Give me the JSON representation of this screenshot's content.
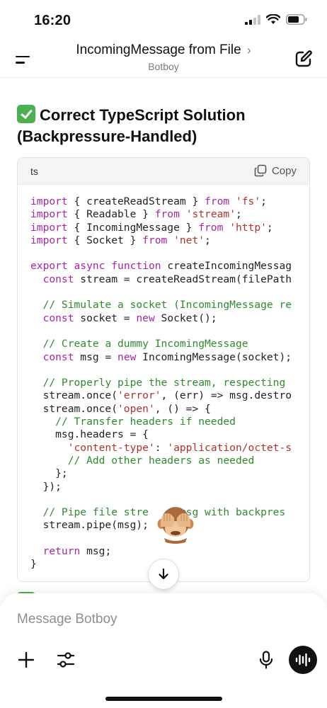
{
  "status_bar": {
    "time": "16:20",
    "icons": [
      "cellular-signal-icon",
      "wifi-icon",
      "battery-icon"
    ]
  },
  "header": {
    "title": "IncomingMessage from File",
    "title_chevron": "›",
    "subtitle": "Botboy",
    "menu_icon": "menu-icon",
    "new_chat_icon": "compose-icon"
  },
  "message": {
    "heading": "Correct TypeScript Solution (Backpressure-Handled)",
    "heading_emoji": "check-mark-emoji",
    "code_block": {
      "language": "ts",
      "copy_label": "Copy",
      "lines": [
        [
          {
            "t": "kw",
            "v": "import"
          },
          {
            "t": "p",
            "v": " { createReadStream } "
          },
          {
            "t": "kw",
            "v": "from"
          },
          {
            "t": "p",
            "v": " "
          },
          {
            "t": "str",
            "v": "'fs'"
          },
          {
            "t": "p",
            "v": ";"
          }
        ],
        [
          {
            "t": "kw",
            "v": "import"
          },
          {
            "t": "p",
            "v": " { Readable } "
          },
          {
            "t": "kw",
            "v": "from"
          },
          {
            "t": "p",
            "v": " "
          },
          {
            "t": "str",
            "v": "'stream'"
          },
          {
            "t": "p",
            "v": ";"
          }
        ],
        [
          {
            "t": "kw",
            "v": "import"
          },
          {
            "t": "p",
            "v": " { IncomingMessage } "
          },
          {
            "t": "kw",
            "v": "from"
          },
          {
            "t": "p",
            "v": " "
          },
          {
            "t": "str",
            "v": "'http'"
          },
          {
            "t": "p",
            "v": ";"
          }
        ],
        [
          {
            "t": "kw",
            "v": "import"
          },
          {
            "t": "p",
            "v": " { Socket } "
          },
          {
            "t": "kw",
            "v": "from"
          },
          {
            "t": "p",
            "v": " "
          },
          {
            "t": "str",
            "v": "'net'"
          },
          {
            "t": "p",
            "v": ";"
          }
        ],
        [],
        [
          {
            "t": "kw",
            "v": "export"
          },
          {
            "t": "p",
            "v": " "
          },
          {
            "t": "kw",
            "v": "async"
          },
          {
            "t": "p",
            "v": " "
          },
          {
            "t": "kw",
            "v": "function"
          },
          {
            "t": "p",
            "v": " createIncomingMessag"
          }
        ],
        [
          {
            "t": "p",
            "v": "  "
          },
          {
            "t": "kw",
            "v": "const"
          },
          {
            "t": "p",
            "v": " stream = createReadStream(filePath"
          }
        ],
        [],
        [
          {
            "t": "p",
            "v": "  "
          },
          {
            "t": "cmt",
            "v": "// Simulate a socket (IncomingMessage re"
          }
        ],
        [
          {
            "t": "p",
            "v": "  "
          },
          {
            "t": "kw",
            "v": "const"
          },
          {
            "t": "p",
            "v": " socket = "
          },
          {
            "t": "kw",
            "v": "new"
          },
          {
            "t": "p",
            "v": " Socket();"
          }
        ],
        [],
        [
          {
            "t": "p",
            "v": "  "
          },
          {
            "t": "cmt",
            "v": "// Create a dummy IncomingMessage"
          }
        ],
        [
          {
            "t": "p",
            "v": "  "
          },
          {
            "t": "kw",
            "v": "const"
          },
          {
            "t": "p",
            "v": " msg = "
          },
          {
            "t": "kw",
            "v": "new"
          },
          {
            "t": "p",
            "v": " IncomingMessage(socket);"
          }
        ],
        [],
        [
          {
            "t": "p",
            "v": "  "
          },
          {
            "t": "cmt",
            "v": "// Properly pipe the stream, respecting"
          }
        ],
        [
          {
            "t": "p",
            "v": "  stream.once("
          },
          {
            "t": "str",
            "v": "'error'"
          },
          {
            "t": "p",
            "v": ", (err) => msg.destro"
          }
        ],
        [
          {
            "t": "p",
            "v": "  stream.once("
          },
          {
            "t": "str",
            "v": "'open'"
          },
          {
            "t": "p",
            "v": ", () => {"
          }
        ],
        [
          {
            "t": "p",
            "v": "    "
          },
          {
            "t": "cmt",
            "v": "// Transfer headers if needed"
          }
        ],
        [
          {
            "t": "p",
            "v": "    msg.headers = {"
          }
        ],
        [
          {
            "t": "p",
            "v": "      "
          },
          {
            "t": "str",
            "v": "'content-type'"
          },
          {
            "t": "p",
            "v": ": "
          },
          {
            "t": "str",
            "v": "'application/octet-s"
          }
        ],
        [
          {
            "t": "p",
            "v": "      "
          },
          {
            "t": "cmt",
            "v": "// Add other headers as needed"
          }
        ],
        [
          {
            "t": "p",
            "v": "    };"
          }
        ],
        [
          {
            "t": "p",
            "v": "  });"
          }
        ],
        [],
        [
          {
            "t": "p",
            "v": "  "
          },
          {
            "t": "cmt",
            "v": "// Pipe file stre"
          },
          {
            "t": "p",
            "v": "     "
          },
          {
            "t": "cmt",
            "v": "msg with backpres"
          }
        ],
        [
          {
            "t": "p",
            "v": "  stream.pipe(msg);"
          }
        ],
        [],
        [
          {
            "t": "p",
            "v": "  "
          },
          {
            "t": "kw",
            "v": "return"
          },
          {
            "t": "p",
            "v": " msg;"
          }
        ],
        [
          {
            "t": "p",
            "v": "}"
          }
        ]
      ]
    },
    "overlay_emoji": "see-no-evil-monkey-emoji",
    "scroll_down_icon": "arrow-down-icon"
  },
  "composer": {
    "placeholder": "Message Botboy",
    "plus_icon": "plus-icon",
    "tools_icon": "sliders-icon",
    "mic_icon": "microphone-icon",
    "voice_icon": "voice-waveform-icon"
  },
  "colors": {
    "keyword": "#a626a4",
    "string": "#b0322d",
    "comment": "#2e8b2e",
    "check_green": "#4caf50"
  }
}
